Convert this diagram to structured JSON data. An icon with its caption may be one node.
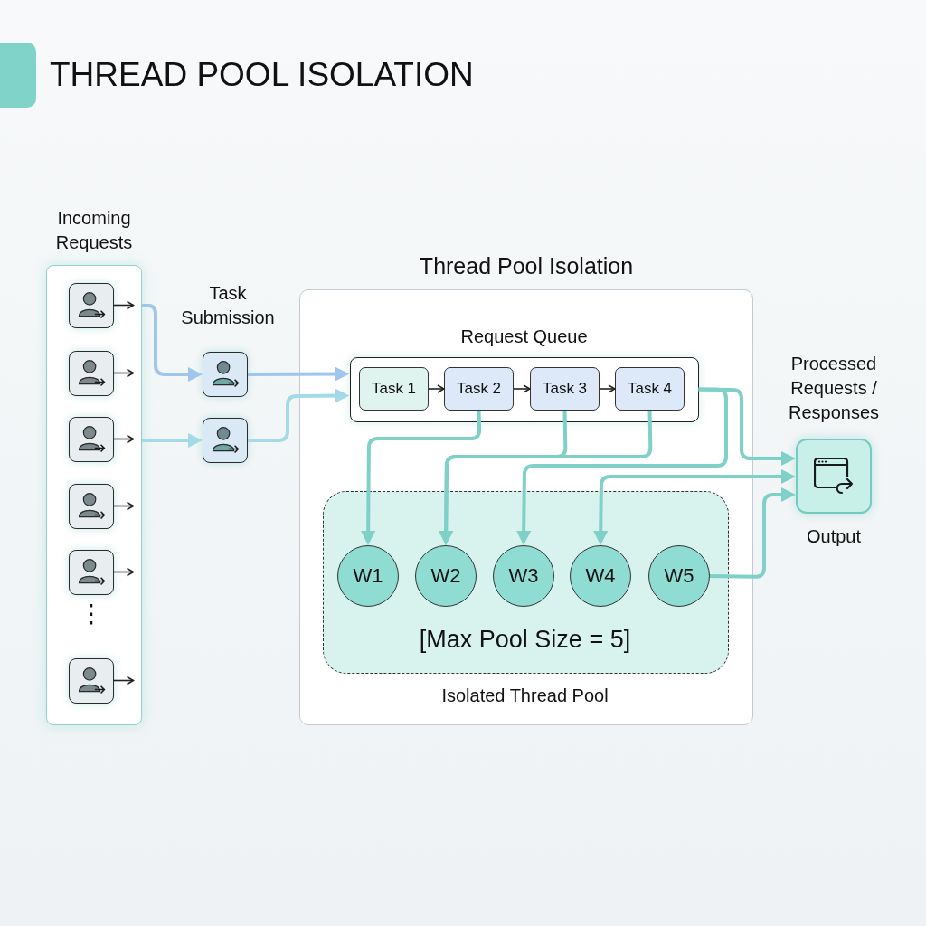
{
  "diagram": {
    "title": "THREAD POOL ISOLATION",
    "nodes": [
      {
        "text": [
          "Incoming Requests"
        ]
      },
      {
        "text": [],
        "shape": "person",
        "in": 0
      },
      {
        "text": [],
        "shape": "person",
        "in": 0
      },
      {
        "text": [],
        "shape": "person",
        "in": 0
      },
      {
        "text": [],
        "shape": "person",
        "in": 0
      },
      {
        "text": [],
        "shape": "person",
        "in": 0
      },
      {
        "text": [],
        "shape": "person",
        "in": 0
      },
      {
        "text": [],
        "shape": "person"
      },
      {
        "text": [],
        "shape": "person"
      },
      {
        "text": [
          "Thread Pool Isolation"
        ]
      },
      {
        "text": [
          "Request Queue"
        ],
        "in": 9
      },
      {
        "text": [
          "Task 1"
        ],
        "in": 10
      },
      {
        "text": [
          "Task 2"
        ],
        "in": 10
      },
      {
        "text": [
          "Task 3"
        ],
        "in": 10
      },
      {
        "text": [
          "Task 4"
        ],
        "in": 10
      },
      {
        "text": [
          "[Max Pool Size = 5]",
          "Isolated Thread Pool"
        ],
        "in": 9
      },
      {
        "text": [
          "W1"
        ],
        "in": 15
      },
      {
        "text": [
          "W2"
        ],
        "in": 15
      },
      {
        "text": [
          "W3"
        ],
        "in": 15
      },
      {
        "text": [
          "W4"
        ],
        "in": 15
      },
      {
        "text": [
          "W5"
        ],
        "in": 15
      },
      {
        "text": [
          "Processed Requests / Responses",
          "Output"
        ]
      }
    ],
    "edges": [
      {
        "from": 1,
        "to": null,
        "arrow": "to"
      },
      {
        "from": 2,
        "to": null,
        "arrow": "to"
      },
      {
        "from": 3,
        "to": null,
        "arrow": "to"
      },
      {
        "from": 4,
        "to": null,
        "arrow": "to"
      },
      {
        "from": 5,
        "to": null,
        "arrow": "to"
      },
      {
        "from": 6,
        "to": null,
        "arrow": "to"
      },
      {
        "from": 0,
        "to": 7,
        "arrow": "to",
        "color": "#9fc7ee"
      },
      {
        "from": 0,
        "to": 8,
        "arrow": "to",
        "color": "#a3dae8"
      },
      {
        "from": 7,
        "to": 10,
        "arrow": "to",
        "color": "#9fc7ee"
      },
      {
        "from": 8,
        "to": 10,
        "arrow": "to",
        "color": "#a3dae8"
      },
      {
        "from": 11,
        "to": 12,
        "arrow": "to"
      },
      {
        "from": 12,
        "to": 13,
        "arrow": "to"
      },
      {
        "from": 13,
        "to": 14,
        "arrow": "to"
      },
      {
        "from": 12,
        "to": 16,
        "arrow": "to",
        "color": "#7fd0c7"
      },
      {
        "from": 13,
        "to": 17,
        "arrow": "to",
        "color": "#7fd0c7"
      },
      {
        "from": 14,
        "to": 17,
        "arrow": "to",
        "color": "#7fd0c7"
      },
      {
        "from": 10,
        "to": 18,
        "arrow": "to",
        "color": "#7fd0c7"
      },
      {
        "from": 10,
        "to": 21,
        "arrow": "to",
        "color": "#7fd0c7"
      },
      {
        "from": 19,
        "to": 21,
        "arrow": "both",
        "color": "#7fd0c7"
      },
      {
        "from": 20,
        "to": 21,
        "arrow": "to",
        "color": "#7fd0c7"
      }
    ],
    "labels": [
      "Task Submission",
      "⋮"
    ]
  }
}
